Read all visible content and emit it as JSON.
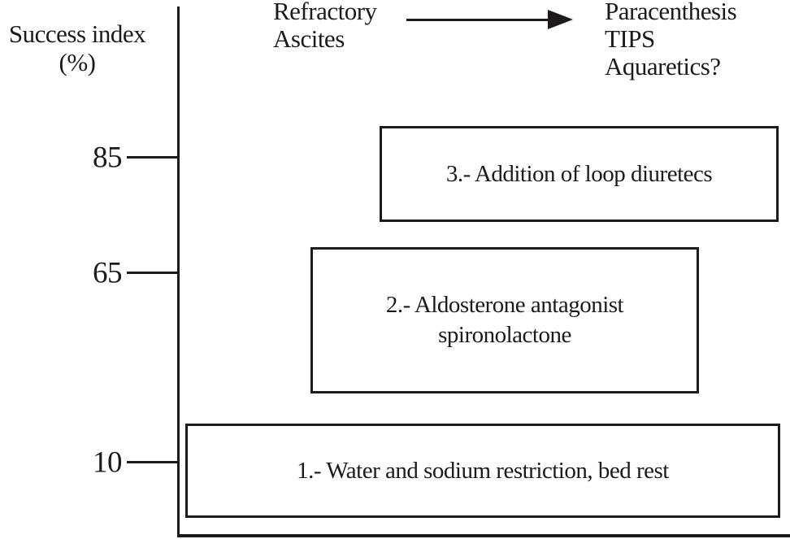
{
  "colors": {
    "ink": "#1c1a1b",
    "background": "#ffffff"
  },
  "y_axis": {
    "title_lines": [
      "Success index",
      "(%)"
    ],
    "ticks": [
      {
        "label": "85",
        "value": 85
      },
      {
        "label": "65",
        "value": 65
      },
      {
        "label": "10",
        "value": 10
      }
    ]
  },
  "flow_header": {
    "source_lines": [
      "Refractory",
      "Ascites"
    ],
    "target_lines": [
      "Paracenthesis",
      "TIPS",
      "Aquaretics?"
    ]
  },
  "treatment_boxes": [
    {
      "step": "3",
      "lines": [
        "3.- Addition of loop diuretecs"
      ],
      "success_index": 85
    },
    {
      "step": "2",
      "lines": [
        "2.- Aldosterone antagonist",
        "spironolactone"
      ],
      "success_index": 65
    },
    {
      "step": "1",
      "lines": [
        "1.- Water and sodium restriction, bed rest"
      ],
      "success_index": 10
    }
  ],
  "chart_data": {
    "type": "bar",
    "title": "",
    "xlabel": "",
    "ylabel": "Success index (%)",
    "categories": [
      "1.- Water and sodium restriction, bed rest",
      "2.- Aldosterone antagonist spironolactone",
      "3.- Addition of loop diuretecs"
    ],
    "values": [
      10,
      65,
      85
    ],
    "ylim": [
      0,
      100
    ],
    "yticks": [
      85,
      65,
      10
    ],
    "grid": false,
    "legend_position": "none",
    "annotations": [
      "Refractory Ascites",
      "Paracenthesis TIPS Aquaretics?"
    ]
  }
}
